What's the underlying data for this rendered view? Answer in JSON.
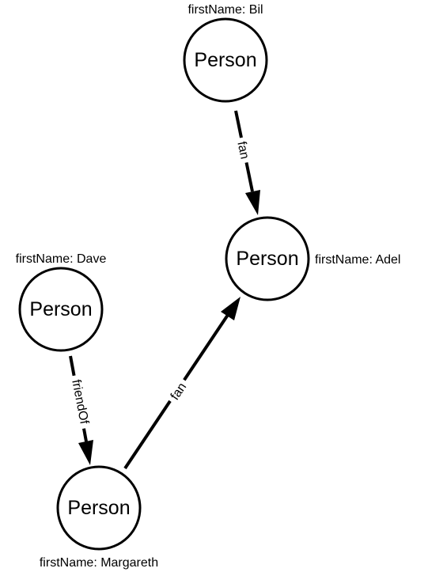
{
  "diagram": {
    "nodes": [
      {
        "id": "bil",
        "label": "Person",
        "property": "firstName: Bil"
      },
      {
        "id": "adel",
        "label": "Person",
        "property": "firstName: Adel"
      },
      {
        "id": "dave",
        "label": "Person",
        "property": "firstName: Dave"
      },
      {
        "id": "margareth",
        "label": "Person",
        "property": "firstName: Margareth"
      }
    ],
    "edges": [
      {
        "id": "bil-adel",
        "from": "bil",
        "to": "adel",
        "label": "fan"
      },
      {
        "id": "dave-margareth",
        "from": "dave",
        "to": "margareth",
        "label": "friendOf"
      },
      {
        "id": "margareth-adel",
        "from": "margareth",
        "to": "adel",
        "label": "fan"
      }
    ]
  },
  "colors": {
    "stroke": "#000000",
    "background": "#ffffff"
  }
}
